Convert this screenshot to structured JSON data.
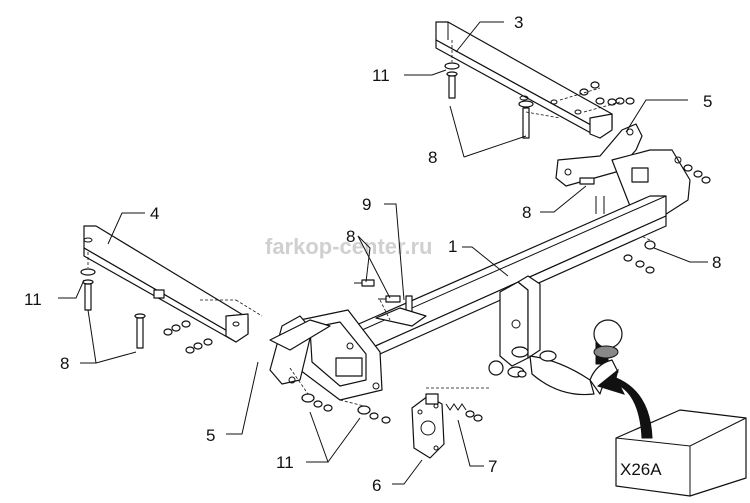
{
  "watermark": "farkop-center.ru",
  "labels": {
    "part1": "1",
    "part3": "3",
    "part4": "4",
    "part5_right": "5",
    "part5_left": "5",
    "part6": "6",
    "part7": "7",
    "part8_top": "8",
    "part8_mid_right": "8",
    "part8_right": "8",
    "part8_center": "8",
    "part8_left": "8",
    "part9": "9",
    "part11_top": "11",
    "part11_left": "11",
    "part11_bottom": "11"
  },
  "ball_type_box": "X26A"
}
